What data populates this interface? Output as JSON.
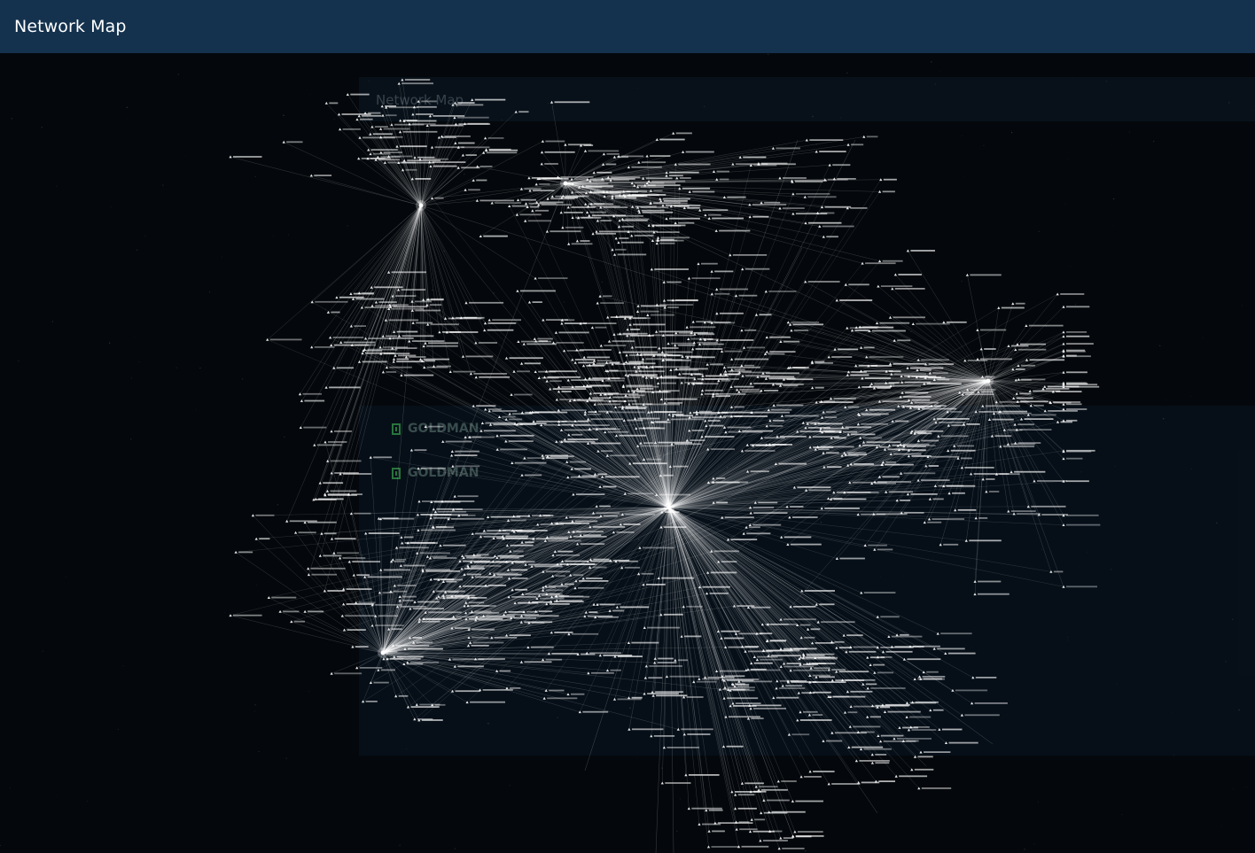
{
  "window": {
    "title": "Network Map"
  },
  "background_panel": {
    "title": "Network Map",
    "rows": [
      {
        "label": "GOLDMAN",
        "icon": "building-icon"
      },
      {
        "label": "GOLDMAN",
        "icon": "building-icon"
      }
    ]
  },
  "graph": {
    "hubs": [
      {
        "id": "central-hub"
      },
      {
        "id": "north-hub"
      },
      {
        "id": "north-west-hub"
      },
      {
        "id": "east-hub"
      },
      {
        "id": "south-west-hub"
      }
    ]
  },
  "colors": {
    "titlebar": "#14324e",
    "canvas": "#04080c",
    "edge": "#ffffff",
    "node": "#ffffff",
    "accent_icon": "#46c85a"
  }
}
